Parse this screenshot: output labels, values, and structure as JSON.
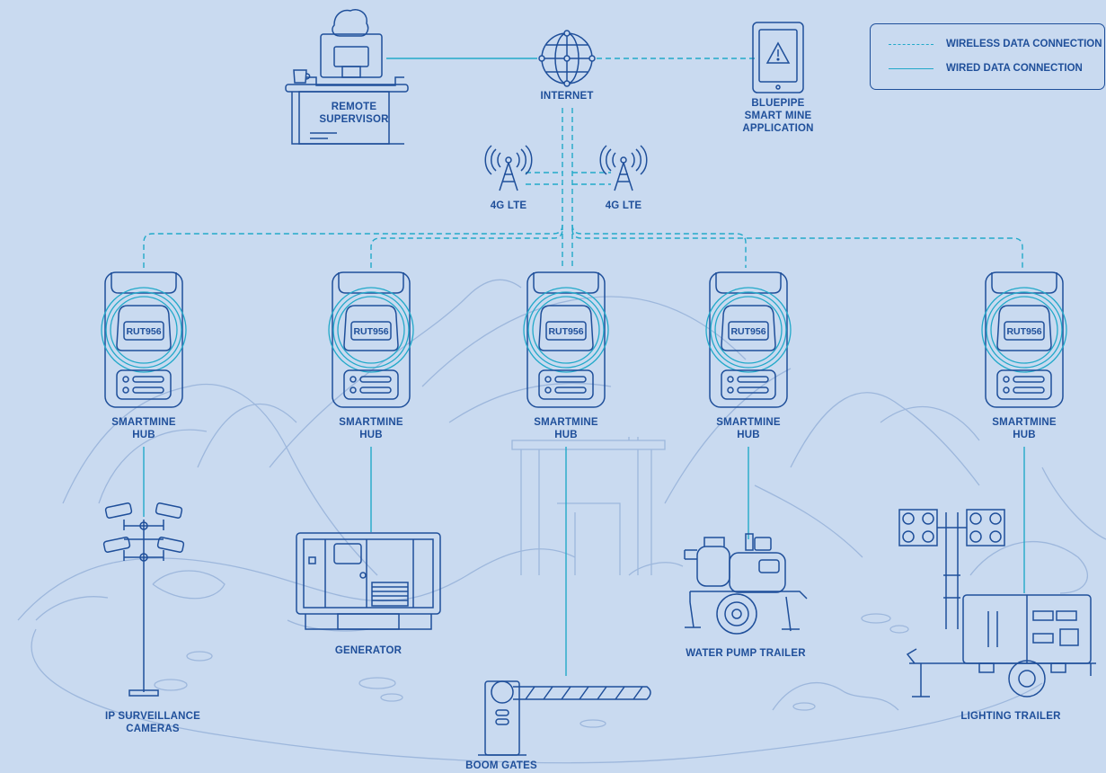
{
  "legend": {
    "wireless_label": "WIRELESS DATA CONNECTION",
    "wired_label": "WIRED DATA CONNECTION"
  },
  "nodes": {
    "remote_supervisor": "REMOTE\nSUPERVISOR",
    "internet": "INTERNET",
    "app": "BLUEPIPE\nSMART MINE\nAPPLICATION",
    "lte_left": "4G LTE",
    "lte_right": "4G LTE"
  },
  "hubs": [
    {
      "device": "RUT956",
      "label": "SMARTMINE\nHUB"
    },
    {
      "device": "RUT956",
      "label": "SMARTMINE\nHUB"
    },
    {
      "device": "RUT956",
      "label": "SMARTMINE\nHUB"
    },
    {
      "device": "RUT956",
      "label": "SMARTMINE\nHUB"
    },
    {
      "device": "RUT956",
      "label": "SMARTMINE\nHUB"
    }
  ],
  "equipment": {
    "cameras": "IP SURVEILLANCE\nCAMERAS",
    "generator": "GENERATOR",
    "boom_gates": "BOOM GATES",
    "water_pump": "WATER PUMP TRAILER",
    "lighting": "LIGHTING TRAILER"
  },
  "colors": {
    "background": "#c9daf0",
    "line_art": "#1f4f9a",
    "connection": "#22a9c9",
    "landscape": "#9db7dc"
  }
}
